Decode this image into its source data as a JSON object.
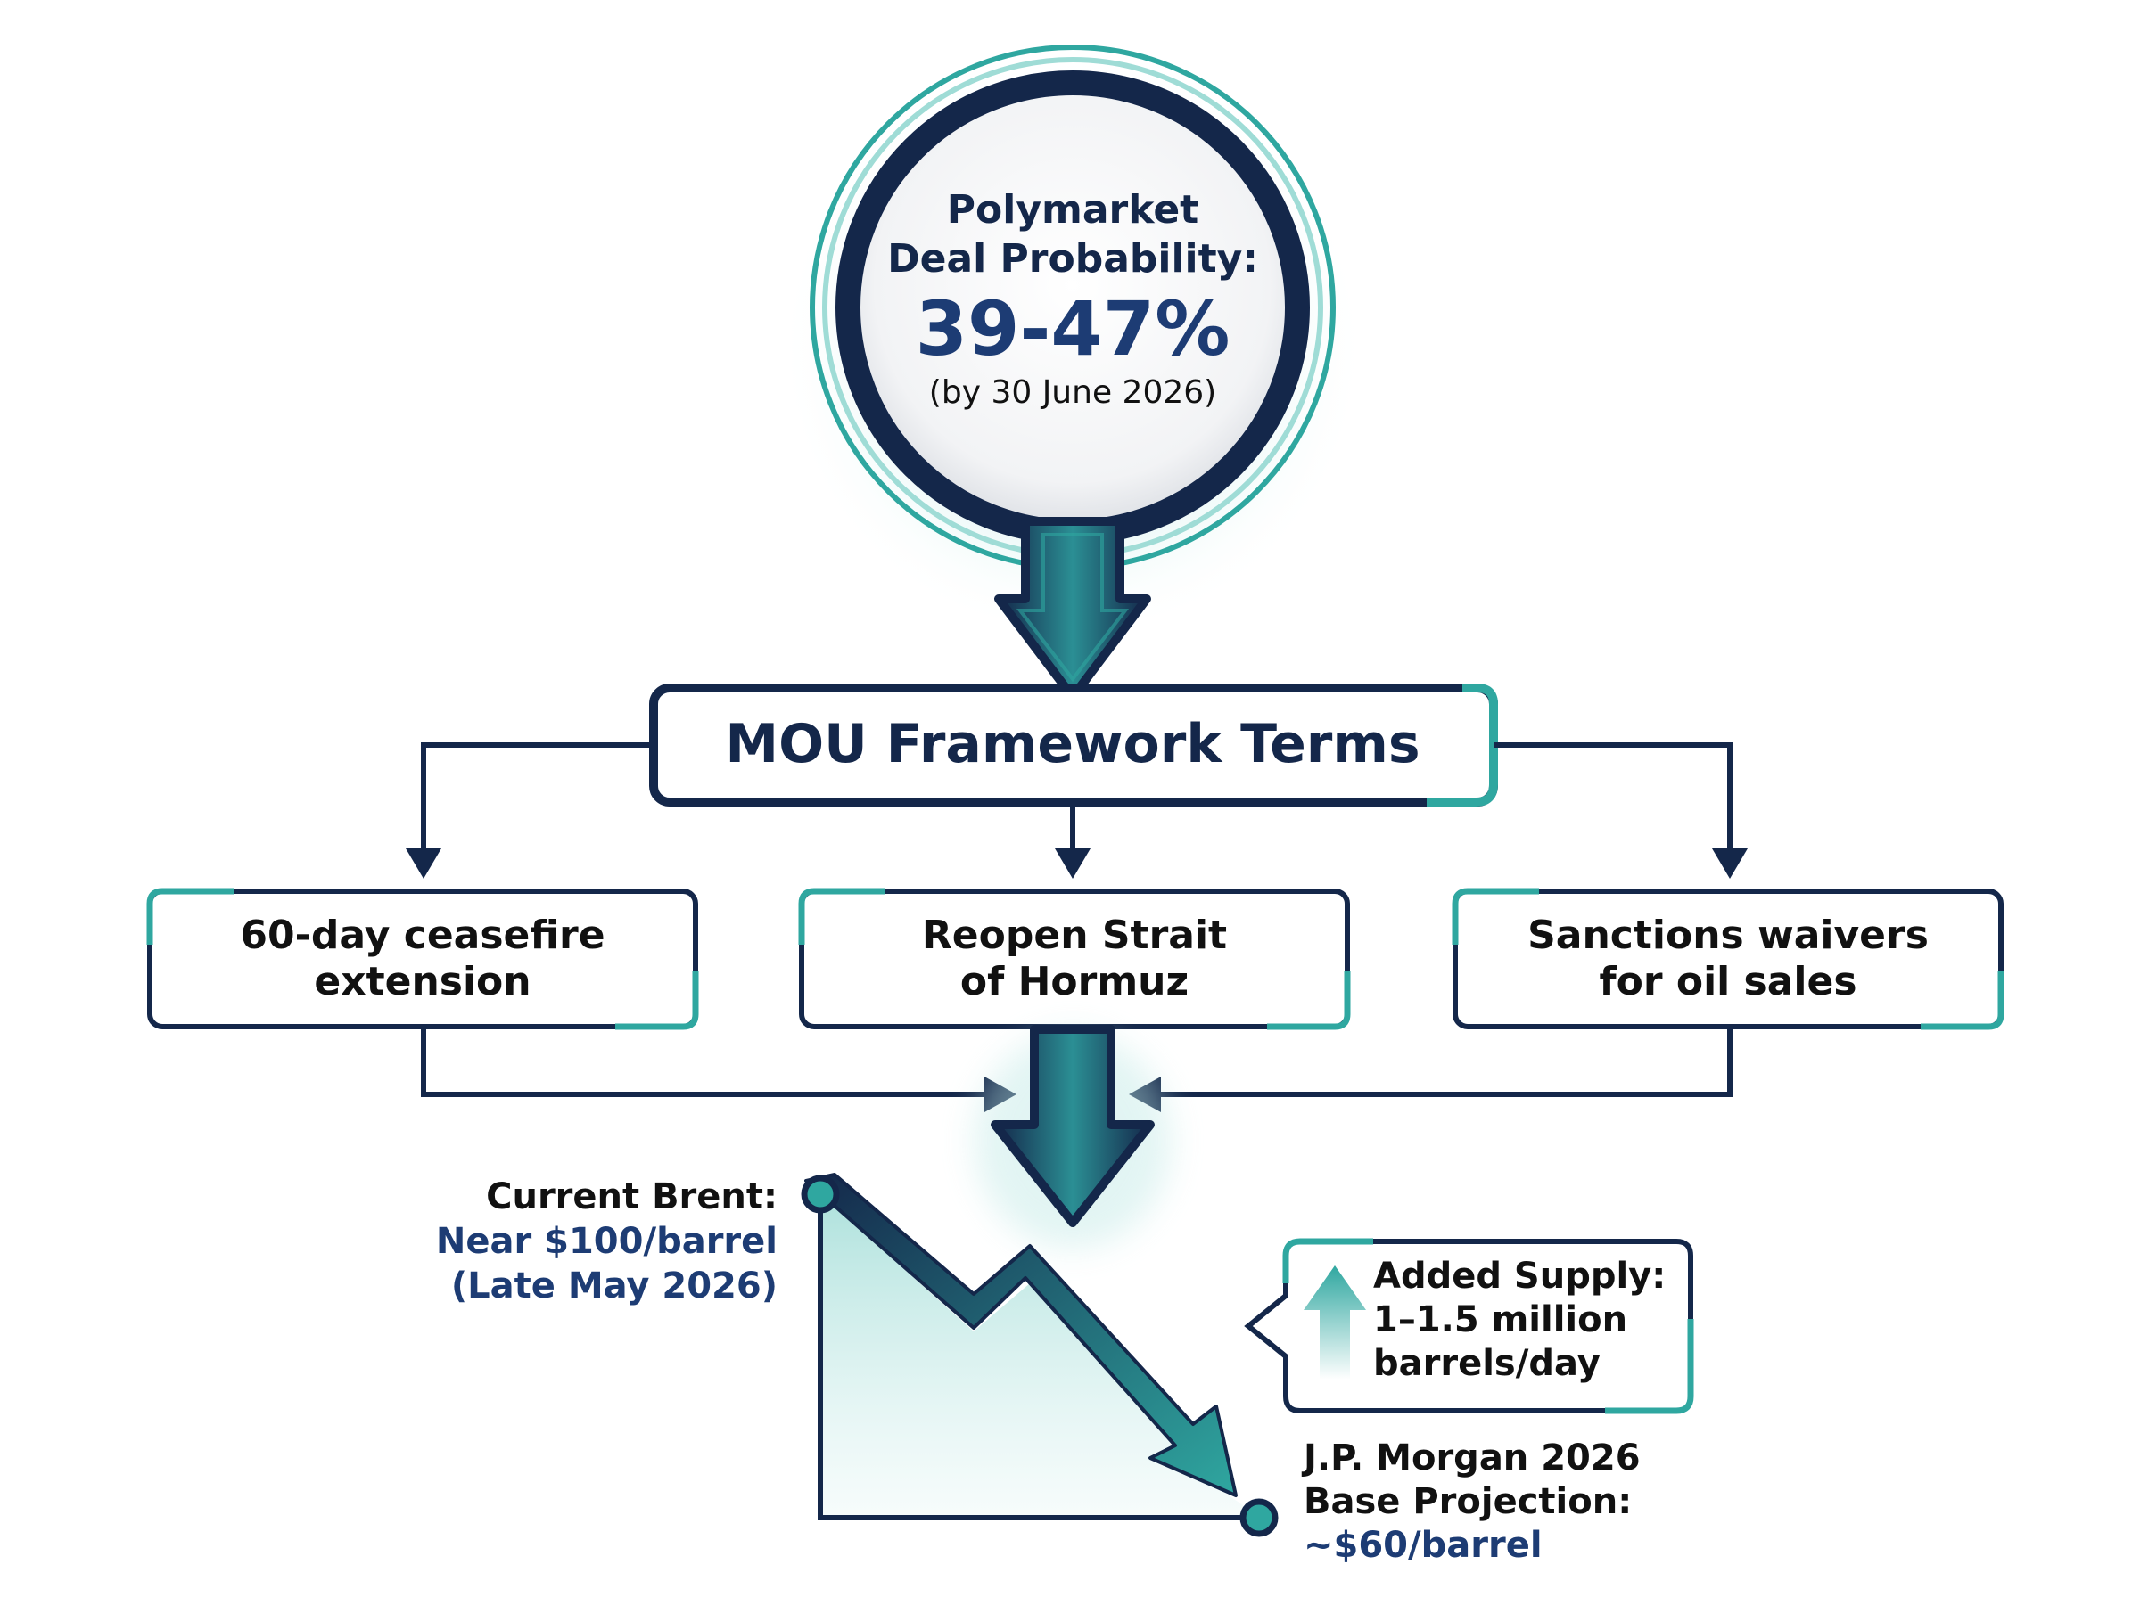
{
  "colors": {
    "navy": "#14274a",
    "teal": "#2fa7a0",
    "teal_light": "#bfe8e5",
    "text_blue": "#1d3c74"
  },
  "probability": {
    "line1": "Polymarket",
    "line2": "Deal Probability:",
    "value": "39-47%",
    "note": "(by 30 June 2026)"
  },
  "framework": {
    "title": "MOU Framework Terms"
  },
  "terms": [
    {
      "line1": "60-day ceasefire",
      "line2": "extension"
    },
    {
      "line1": "Reopen Strait",
      "line2": "of Hormuz"
    },
    {
      "line1": "Sanctions waivers",
      "line2": "for oil sales"
    }
  ],
  "current_brent": {
    "label": "Current Brent:",
    "value": "Near $100/barrel",
    "date": "(Late May 2026)"
  },
  "added_supply": {
    "line1": "Added Supply:",
    "line2": "1–1.5 million",
    "line3": "barrels/day",
    "icon": "up-arrow-icon"
  },
  "projection": {
    "line1": "J.P. Morgan 2026",
    "line2": "Base Projection:",
    "value": "~$60/barrel"
  }
}
